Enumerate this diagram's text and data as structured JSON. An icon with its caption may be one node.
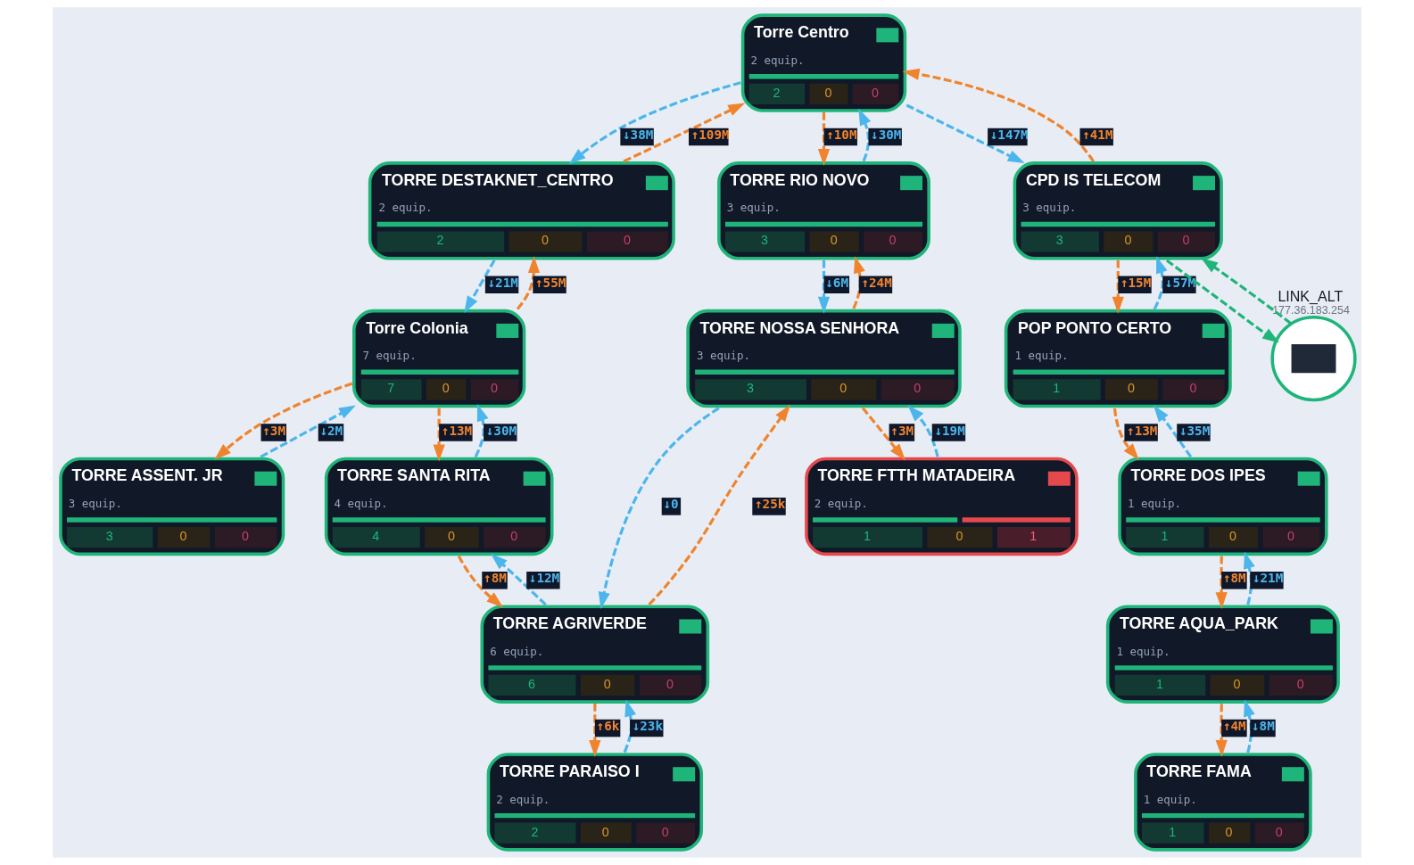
{
  "diagram": {
    "nodes": [
      {
        "text": [
          "TORRE ASSENT. JR",
          "3 equip.",
          "3",
          "0",
          "0"
        ]
      },
      {
        "text": [
          "TORRE DOS IPES",
          "1 equip.",
          "1",
          "0",
          "0"
        ]
      },
      {
        "text": [
          "TORRE DESTAKNET_CENTRO",
          "2 equip.",
          "2",
          "0",
          "0"
        ]
      },
      {
        "text": [
          "POP PONTO CERTO",
          "1 equip.",
          "1",
          "0",
          "0"
        ]
      },
      {
        "text": [
          "Torre Colonia",
          "7 equip.",
          "7",
          "0",
          "0"
        ]
      },
      {
        "text": [
          "TORRE AQUA_PARK",
          "1 equip.",
          "1",
          "0",
          "0"
        ]
      },
      {
        "text": [
          "Torre Centro",
          "2 equip.",
          "2",
          "0",
          "0"
        ]
      },
      {
        "text": [
          "TORRE SANTA RITA",
          "4 equip.",
          "4",
          "0",
          "0"
        ]
      },
      {
        "text": [
          "CPD IS TELECOM",
          "3 equip.",
          "3",
          "0",
          "0"
        ]
      },
      {
        "text": [
          "TORRE FAMA",
          "1 equip.",
          "1",
          "0",
          "0"
        ]
      },
      {
        "text": [
          "TORRE AGRIVERDE",
          "6 equip.",
          "6",
          "0",
          "0"
        ]
      },
      {
        "text": [
          "LINK_ALT",
          "177.36.183.254"
        ]
      },
      {
        "text": [
          "TORRE RIO NOVO",
          "3 equip.",
          "3",
          "0",
          "0"
        ]
      },
      {
        "text": [
          "TORRE NOSSA SENHORA",
          "3 equip.",
          "3",
          "0",
          "0"
        ]
      },
      {
        "text": [
          "TORRE PARAISO I",
          "2 equip.",
          "2",
          "0",
          "0"
        ]
      },
      {
        "text": [
          "TORRE FTTH MATADEIRA",
          "2 equip.",
          "1",
          "0",
          "1"
        ]
      }
    ],
    "edges": [
      {
        "from": 1,
        "to": 3,
        "arrow": "to",
        "label": "↓35M",
        "style": "dashed",
        "color": "#4cb6ec"
      },
      {
        "from": 3,
        "to": 1,
        "arrow": "to",
        "label": "↑13M",
        "style": "dashed",
        "color": "#f0842e"
      },
      {
        "from": 1,
        "to": 5,
        "arrow": "to",
        "label": "↑8M",
        "style": "dashed",
        "color": "#f0842e"
      },
      {
        "from": 5,
        "to": 1,
        "arrow": "to",
        "label": "↓21M",
        "style": "dashed",
        "color": "#4cb6ec"
      },
      {
        "from": 5,
        "to": 9,
        "arrow": "to",
        "label": "↑4M",
        "style": "dashed",
        "color": "#f0842e"
      },
      {
        "from": 9,
        "to": 5,
        "arrow": "to",
        "label": "↓8M",
        "style": "dashed",
        "color": "#4cb6ec"
      },
      {
        "from": 3,
        "to": 8,
        "arrow": "to",
        "label": "↓57M",
        "style": "dashed",
        "color": "#4cb6ec"
      },
      {
        "from": 8,
        "to": 3,
        "arrow": "to",
        "label": "↑15M",
        "style": "dashed",
        "color": "#f0842e"
      },
      {
        "from": 8,
        "to": 6,
        "arrow": "to",
        "label": "↑41M",
        "style": "dashed",
        "color": "#f0842e"
      },
      {
        "from": 6,
        "to": 8,
        "arrow": "to",
        "label": "↓147M",
        "style": "dashed",
        "color": "#4cb6ec"
      },
      {
        "from": 8,
        "to": 11,
        "arrow": "to",
        "style": "dashed",
        "color": "#1fb57a"
      },
      {
        "from": 11,
        "to": 8,
        "arrow": "to",
        "style": "dashed",
        "color": "#1fb57a"
      },
      {
        "from": 6,
        "to": 2,
        "arrow": "to",
        "label": "↓38M",
        "style": "dashed",
        "color": "#4cb6ec"
      },
      {
        "from": 2,
        "to": 6,
        "arrow": "to",
        "label": "↑109M",
        "style": "dashed",
        "color": "#f0842e"
      },
      {
        "from": 2,
        "to": 4,
        "arrow": "to",
        "label": "↓21M",
        "style": "dashed",
        "color": "#4cb6ec"
      },
      {
        "from": 4,
        "to": 2,
        "arrow": "to",
        "label": "↑55M",
        "style": "dashed",
        "color": "#f0842e"
      },
      {
        "from": 4,
        "to": 0,
        "arrow": "to",
        "label": "↑3M",
        "style": "dashed",
        "color": "#f0842e"
      },
      {
        "from": 0,
        "to": 4,
        "arrow": "to",
        "label": "↓2M",
        "style": "dashed",
        "color": "#4cb6ec"
      },
      {
        "from": 4,
        "to": 7,
        "arrow": "to",
        "label": "↑13M",
        "style": "dashed",
        "color": "#f0842e"
      },
      {
        "from": 7,
        "to": 4,
        "arrow": "to",
        "label": "↓30M",
        "style": "dashed",
        "color": "#4cb6ec"
      },
      {
        "from": 7,
        "to": 10,
        "arrow": "to",
        "label": "↑8M",
        "style": "dashed",
        "color": "#f0842e"
      },
      {
        "from": 10,
        "to": 7,
        "arrow": "to",
        "label": "↓12M",
        "style": "dashed",
        "color": "#4cb6ec"
      },
      {
        "from": 6,
        "to": 12,
        "arrow": "to",
        "label": "↑10M",
        "style": "dashed",
        "color": "#f0842e"
      },
      {
        "from": 12,
        "to": 6,
        "arrow": "to",
        "label": "↓30M",
        "style": "dashed",
        "color": "#4cb6ec"
      },
      {
        "from": 10,
        "to": 13,
        "arrow": "to",
        "label": "↑25k",
        "style": "dashed",
        "color": "#f0842e"
      },
      {
        "from": 13,
        "to": 10,
        "arrow": "to",
        "label": "↓0",
        "style": "dashed",
        "color": "#4cb6ec"
      },
      {
        "from": 10,
        "to": 14,
        "arrow": "to",
        "label": "↑6k",
        "style": "dashed",
        "color": "#f0842e"
      },
      {
        "from": 14,
        "to": 10,
        "arrow": "to",
        "label": "↓23k",
        "style": "dashed",
        "color": "#4cb6ec"
      },
      {
        "from": 13,
        "to": 12,
        "arrow": "to",
        "label": "↑24M",
        "style": "dashed",
        "color": "#f0842e"
      },
      {
        "from": 12,
        "to": 13,
        "arrow": "to",
        "label": "↓6M",
        "style": "dashed",
        "color": "#4cb6ec"
      },
      {
        "from": 13,
        "to": 15,
        "arrow": "to",
        "label": "↑3M",
        "style": "dashed",
        "color": "#f0842e"
      },
      {
        "from": 15,
        "to": 13,
        "arrow": "to",
        "label": "↓19M",
        "style": "dashed",
        "color": "#4cb6ec"
      }
    ]
  }
}
